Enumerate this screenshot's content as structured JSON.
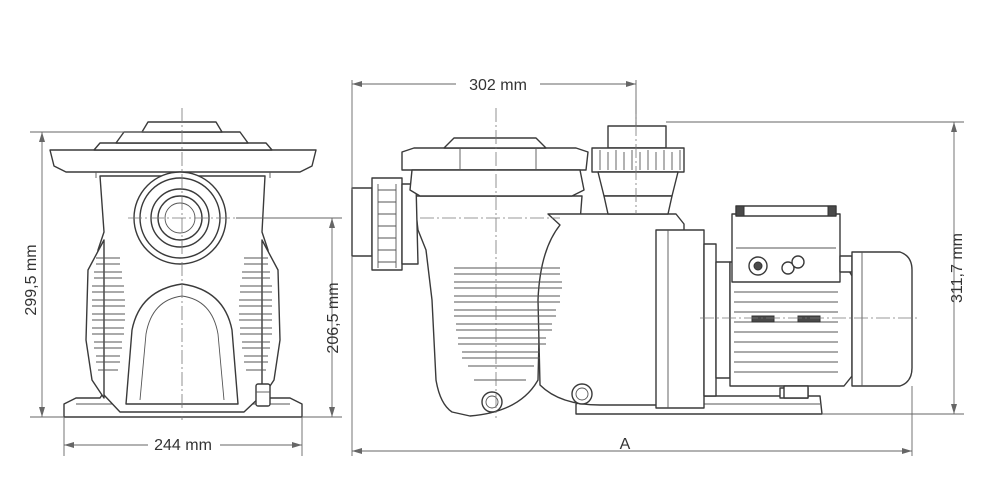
{
  "dimensions": {
    "width_front": "244 mm",
    "height_total_front": "299,5 mm",
    "height_inlet": "206,5 mm",
    "length_inlet_outlet": "302 mm",
    "height_total_side": "311,7 mm",
    "length_total": "A"
  }
}
